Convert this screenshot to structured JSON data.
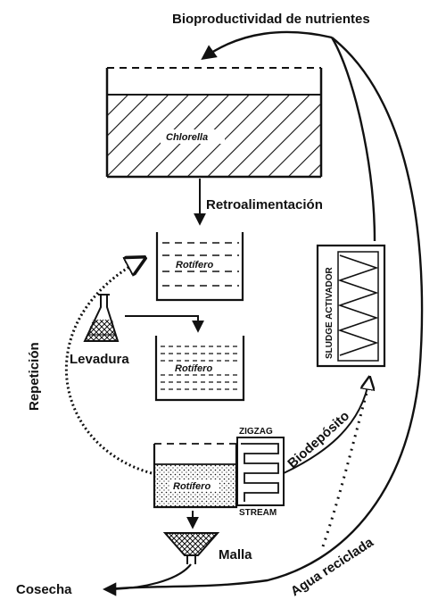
{
  "labels": {
    "top": "Bioproductividad de nutrientes",
    "chlorella": "Chlorella",
    "retro": "Retroalimentación",
    "rotifero1": "Rotífero",
    "rotifero2": "Rotífero",
    "rotifero3": "Rotífero",
    "levadura": "Levadura",
    "repeticion": "Repetición",
    "sludge": "SLUDGE ACTIVADOR",
    "zigzag": "ZIGZAG",
    "stream": "STREAM",
    "biodeposito": "Biodepósito",
    "malla": "Malla",
    "agua": "Agua reciclada",
    "cosecha": "Cosecha"
  }
}
